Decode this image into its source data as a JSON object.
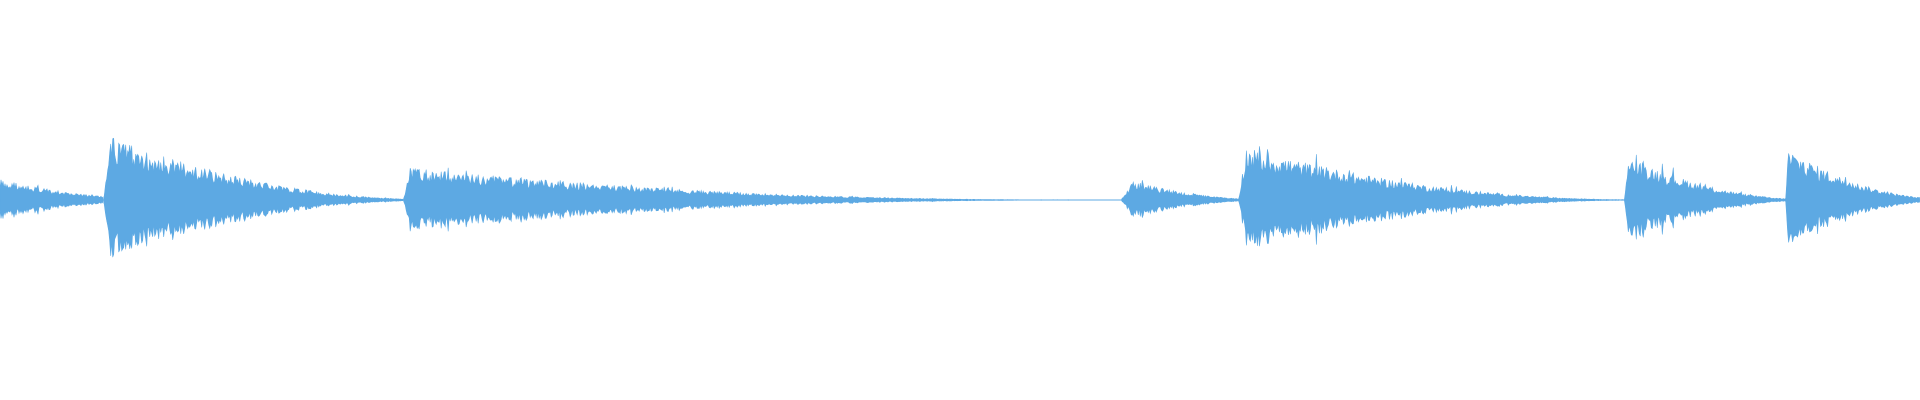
{
  "waveform": {
    "color": "#5DA9E3",
    "background": "#FFFFFF",
    "duration_fraction_range": [
      0,
      1
    ],
    "segments": [
      {
        "name": "segment-1",
        "start": 0.0,
        "end": 0.054,
        "peak": 0.11,
        "attack": 0.0,
        "decay": 0.55
      },
      {
        "name": "segment-2",
        "start": 0.054,
        "end": 0.21,
        "peak": 0.34,
        "attack": 0.02,
        "decay": 0.85
      },
      {
        "name": "segment-3",
        "start": 0.21,
        "end": 0.561,
        "peak": 0.17,
        "attack": 0.01,
        "decay": 0.97
      },
      {
        "name": "segment-4",
        "start": 0.584,
        "end": 0.645,
        "peak": 0.1,
        "attack": 0.1,
        "decay": 0.7
      },
      {
        "name": "segment-5",
        "start": 0.645,
        "end": 0.846,
        "peak": 0.28,
        "attack": 0.02,
        "decay": 0.92
      },
      {
        "name": "segment-6",
        "start": 0.846,
        "end": 0.93,
        "peak": 0.23,
        "attack": 0.03,
        "decay": 0.8
      },
      {
        "name": "segment-7",
        "start": 0.93,
        "end": 1.0,
        "peak": 0.27,
        "attack": 0.02,
        "decay": 0.75
      }
    ]
  }
}
